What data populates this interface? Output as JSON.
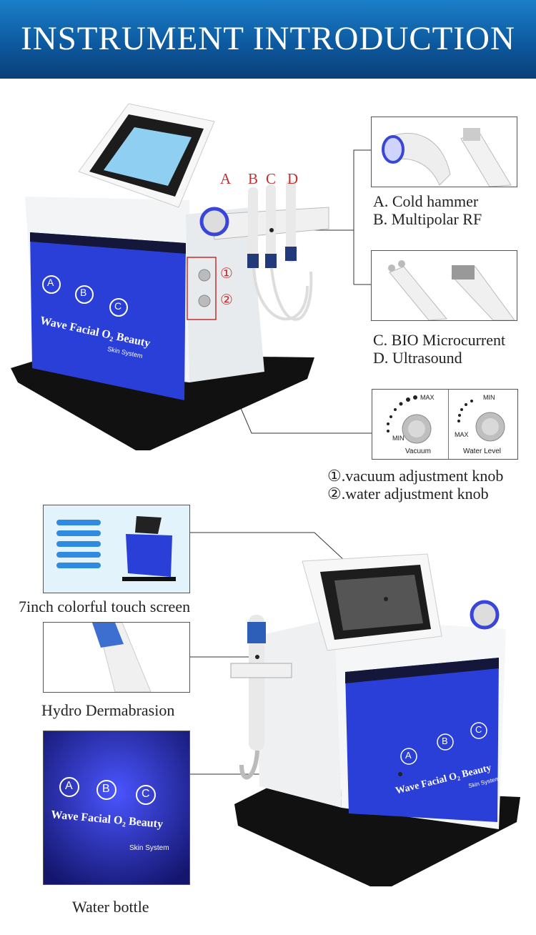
{
  "banner": {
    "title": "INSTRUMENT INTRODUCTION"
  },
  "handle_letters": [
    "A",
    "B",
    "C",
    "D"
  ],
  "knob_markers": [
    "①",
    "②"
  ],
  "features": {
    "cold_hammer": "A. Cold hammer",
    "multipolar_rf": "B. Multipolar RF",
    "bio_microcurrent": "C. BIO Microcurrent",
    "ultrasound": "D. Ultrasound",
    "vacuum_knob": "①.vacuum adjustment knob",
    "water_knob": "②.water adjustment knob",
    "touch_screen": "7inch colorful touch screen",
    "hydro_dermabrasion": "Hydro Dermabrasion",
    "water_bottle": "Water bottle"
  },
  "knob_panel": {
    "vacuum": {
      "max": "MAX",
      "min": "MIN",
      "name": "Vacuum"
    },
    "water": {
      "min": "MIN",
      "max": "MAX",
      "name": "Water Level"
    }
  },
  "device_branding": {
    "bottle_letters": [
      "A",
      "B",
      "C"
    ],
    "brand": "Wave Facial O₂ Beauty",
    "sub": "Skin System"
  },
  "colors": {
    "banner": "#0d5aa0",
    "accent_red": "#c23030",
    "blue_glow": "#2a3fd8"
  }
}
